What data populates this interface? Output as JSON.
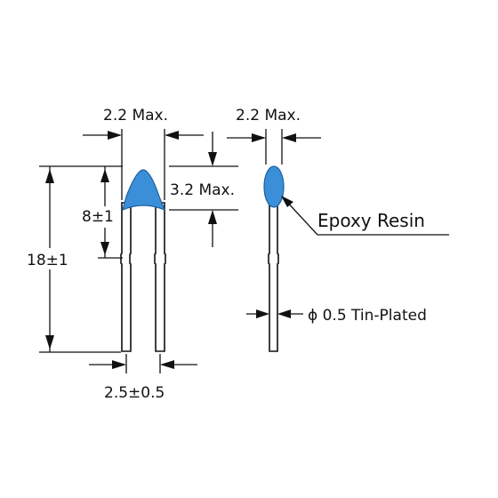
{
  "labels": {
    "width_front": "2.2 Max.",
    "width_side": "2.2 Max.",
    "height": "3.2 Max.",
    "body_len": "8±1",
    "total_len": "18±1",
    "pitch": "2.5±0.5",
    "coating": "Epoxy Resin",
    "lead": "ϕ 0.5 Tin-Plated"
  },
  "colors": {
    "body": "#3a8fd8",
    "line": "#111111"
  }
}
